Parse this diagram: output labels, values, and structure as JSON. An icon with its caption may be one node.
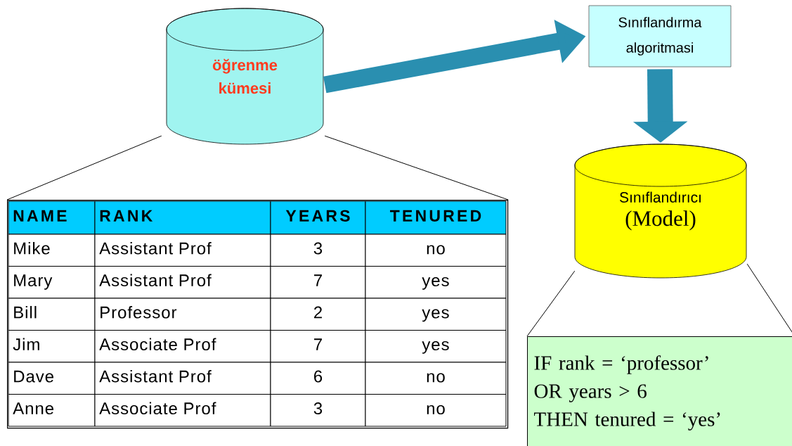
{
  "diagram": {
    "nodes": [
      {
        "text": [
          "öğrenme kümesi"
        ]
      },
      {
        "text": [
          "Sınıflandırma algoritmasi"
        ]
      },
      {
        "text": [
          "Sınıflandırıcı",
          "(Model)"
        ]
      },
      {
        "text": [],
        "shape": "box"
      },
      {
        "text": [
          "IF rank = ‘professor’",
          "OR years > 6",
          "THEN tenured = ‘yes’"
        ]
      }
    ],
    "edges": [
      {
        "from": 0,
        "to": 1,
        "arrow": "to",
        "style": "thick",
        "color": "#2a8fb0"
      },
      {
        "from": 1,
        "to": 2,
        "arrow": "to",
        "style": "thick",
        "color": "#2a8fb0"
      },
      {
        "from": 0,
        "to": 3,
        "arrow": "none"
      },
      {
        "from": 0,
        "to": 3,
        "arrow": "none"
      },
      {
        "from": 2,
        "to": 4,
        "arrow": "none"
      },
      {
        "from": 2,
        "to": 4,
        "arrow": "none"
      }
    ],
    "labels": [
      "NAME",
      "RANK",
      "YEARS",
      "TENURED",
      "Mike",
      "Assistant Prof",
      "3",
      "no",
      "Mary",
      "Assistant Prof",
      "7",
      "yes",
      "Bill",
      "Professor",
      "2",
      "yes",
      "Jim",
      "Associate Prof",
      "7",
      "yes",
      "Dave",
      "Assistant Prof",
      "6",
      "no",
      "Anne",
      "Associate Prof",
      "3",
      "no"
    ]
  }
}
